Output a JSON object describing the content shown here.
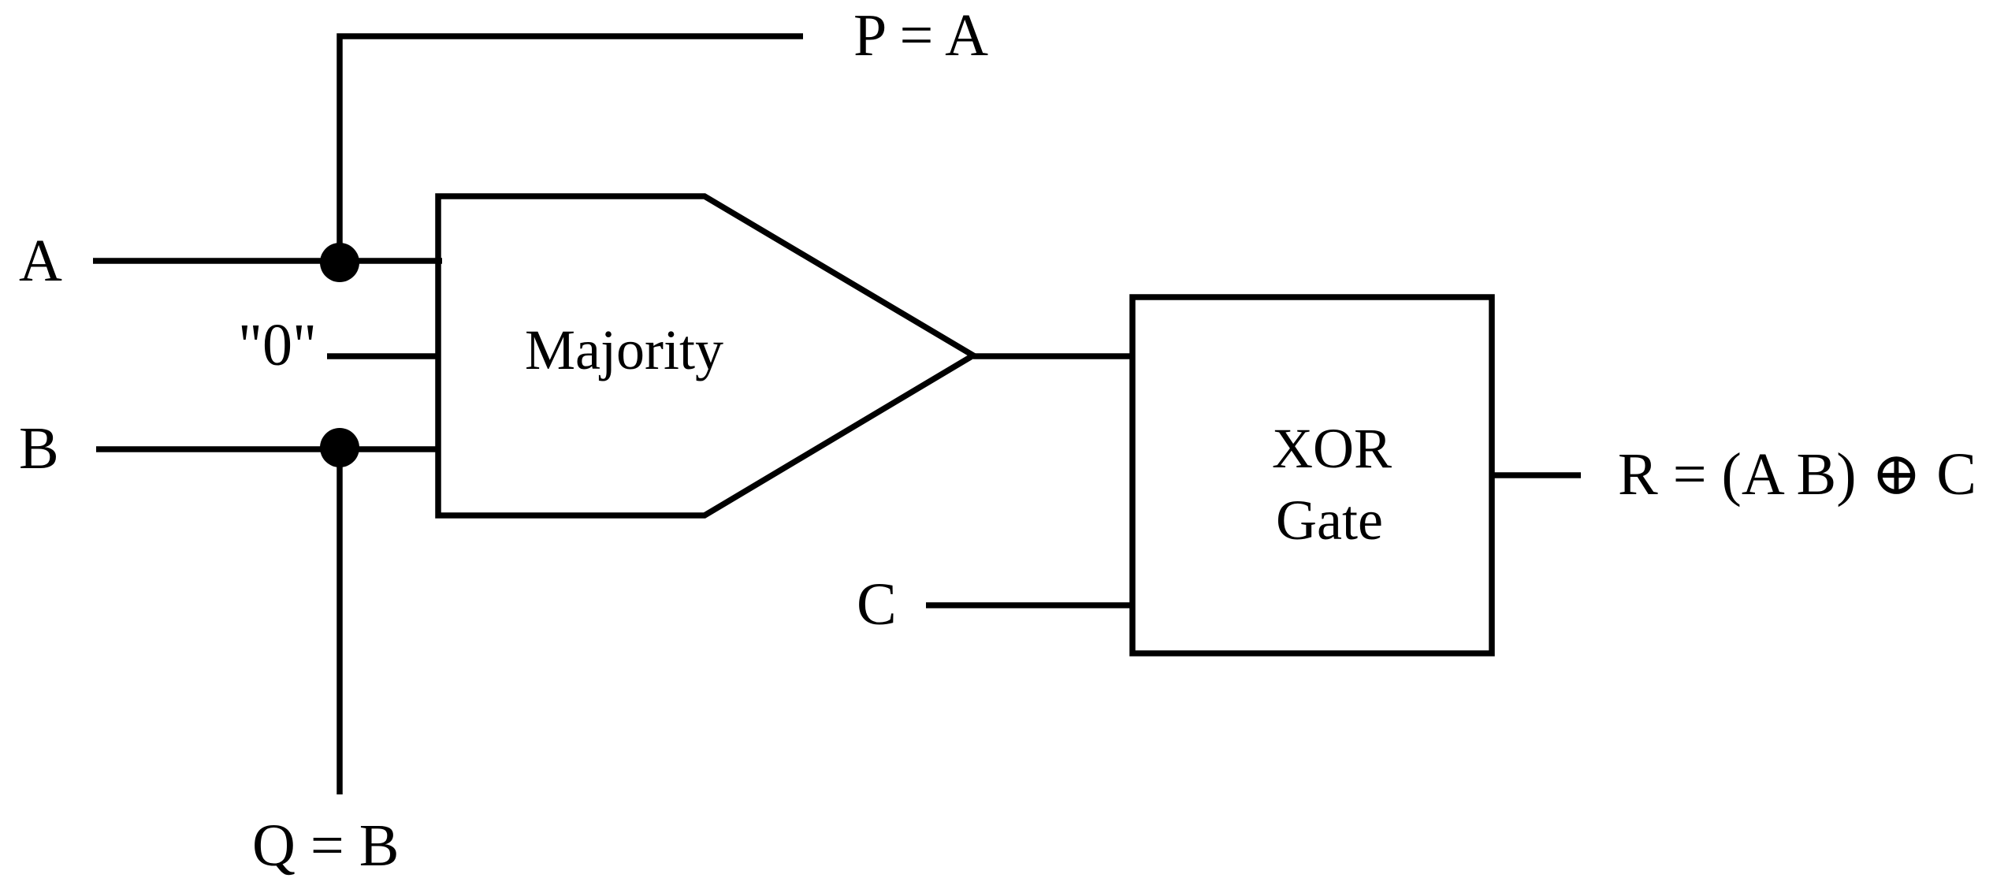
{
  "diagram": {
    "inputs": {
      "a": "A",
      "zero": "\"0\"",
      "b": "B",
      "c": "C"
    },
    "outputs": {
      "p": "P = A",
      "q": "Q = B",
      "r": "R = (A B) ⊕ C"
    },
    "blocks": {
      "majority": "Majority",
      "xor_line1": "XOR",
      "xor_line2": "Gate"
    },
    "colors": {
      "stroke": "#000000",
      "background": "#ffffff"
    }
  }
}
